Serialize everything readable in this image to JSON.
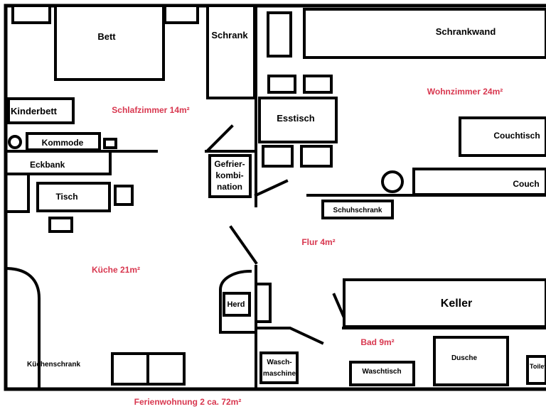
{
  "colors": {
    "walls": "#000000",
    "room_label": "#d8374f",
    "background": "#ffffff"
  },
  "furniture": {
    "bett": "Bett",
    "schrank": "Schrank",
    "schrankwand": "Schrankwand",
    "kinderbett": "Kinderbett",
    "kommode": "Kommode",
    "esstisch": "Esstisch",
    "couchtisch": "Couchtisch",
    "eckbank": "Eckbank",
    "gefrier1": "Gefrier-",
    "gefrier2": "kombi-",
    "gefrier3": "nation",
    "couch": "Couch",
    "tisch": "Tisch",
    "schuhschrank": "Schuhschrank",
    "keller": "Keller",
    "herd": "Herd",
    "kuechenschrank": "Küchenschrank",
    "waschmaschine1": "Wasch-",
    "waschmaschine2": "maschine",
    "waschtisch": "Waschtisch",
    "dusche": "Dusche",
    "toilette": "Toilet"
  },
  "rooms": {
    "schlafzimmer": "Schlafzimmer 14m²",
    "wohnzimmer": "Wohnzimmer 24m²",
    "flur": "Flur 4m²",
    "kueche": "Küche 21m²",
    "bad": "Bad 9m²"
  },
  "caption": "Ferienwohnung 2 ca. 72m²"
}
